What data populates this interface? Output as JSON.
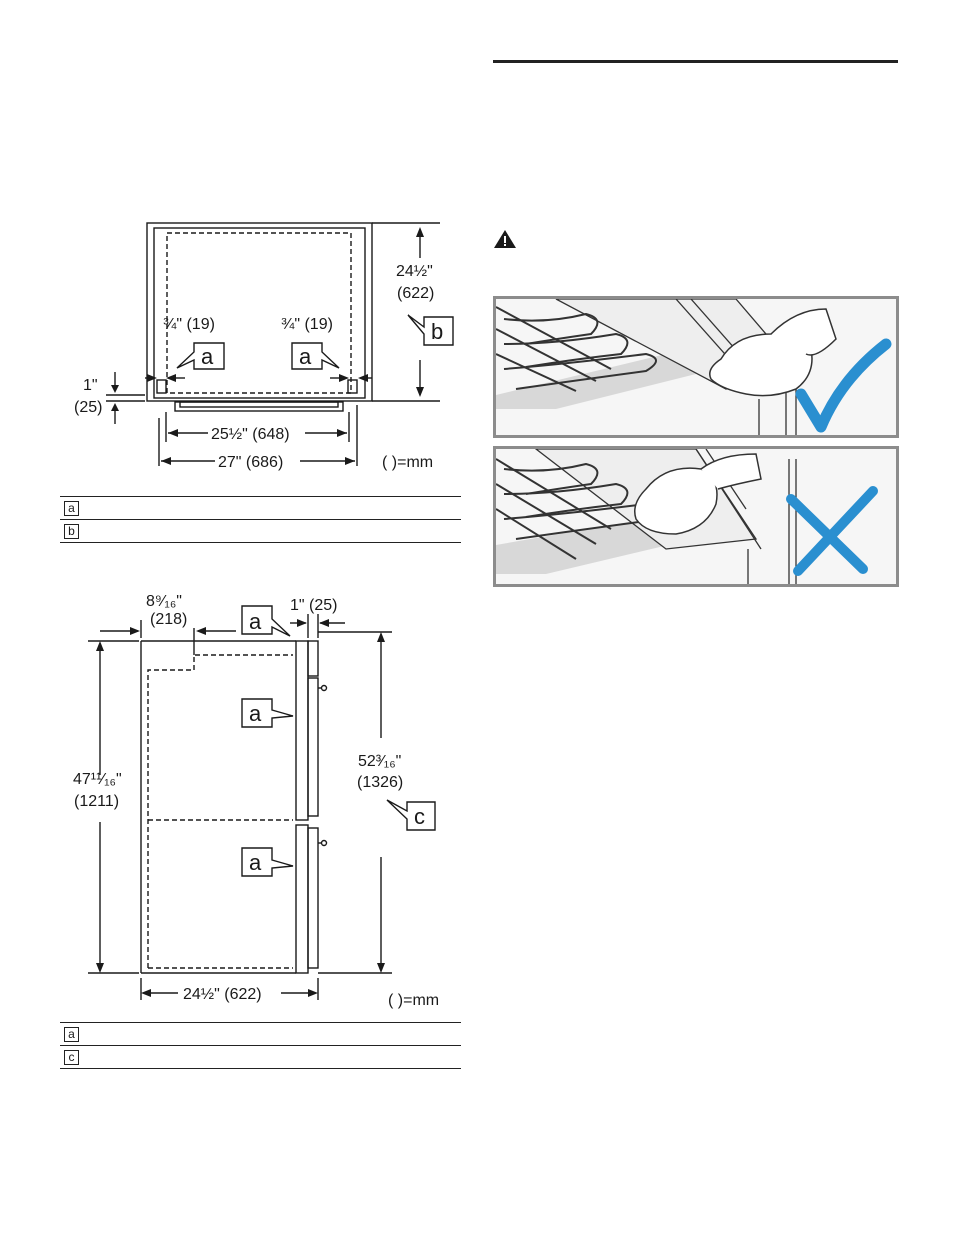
{
  "top_view": {
    "depth": "24½\"",
    "depth_mm": "(622)",
    "gap_left": "¾\" (19)",
    "gap_right": "¾\" (19)",
    "side_offset": "1\"",
    "side_offset_mm": "(25)",
    "inner_width": "25½\" (648)",
    "outer_width": "27\" (686)",
    "unit_note": "( )=mm",
    "callout_a": "a",
    "callout_b": "b"
  },
  "legend_top": [
    {
      "key": "a"
    },
    {
      "key": "b"
    }
  ],
  "side_view": {
    "top_offset": "8⁹⁄₁₆\"",
    "top_offset_mm": "(218)",
    "door_thickness": "1\" (25)",
    "height_cabinet": "47¹¹⁄₁₆\"",
    "height_cabinet_mm": "(1211)",
    "height_total": "52³⁄₁₆\"",
    "height_total_mm": "(1326)",
    "depth": "24½\" (622)",
    "unit_note": "( )=mm",
    "callout_a": "a",
    "callout_c": "c"
  },
  "legend_side": [
    {
      "key": "a"
    },
    {
      "key": "c"
    }
  ],
  "right_column": {
    "warning_icon": "warning-triangle-icon",
    "correct_mark": "checkmark-icon",
    "wrong_mark": "cross-icon",
    "correct_color": "#2a8fd0",
    "wrong_color": "#2a8fd0"
  }
}
